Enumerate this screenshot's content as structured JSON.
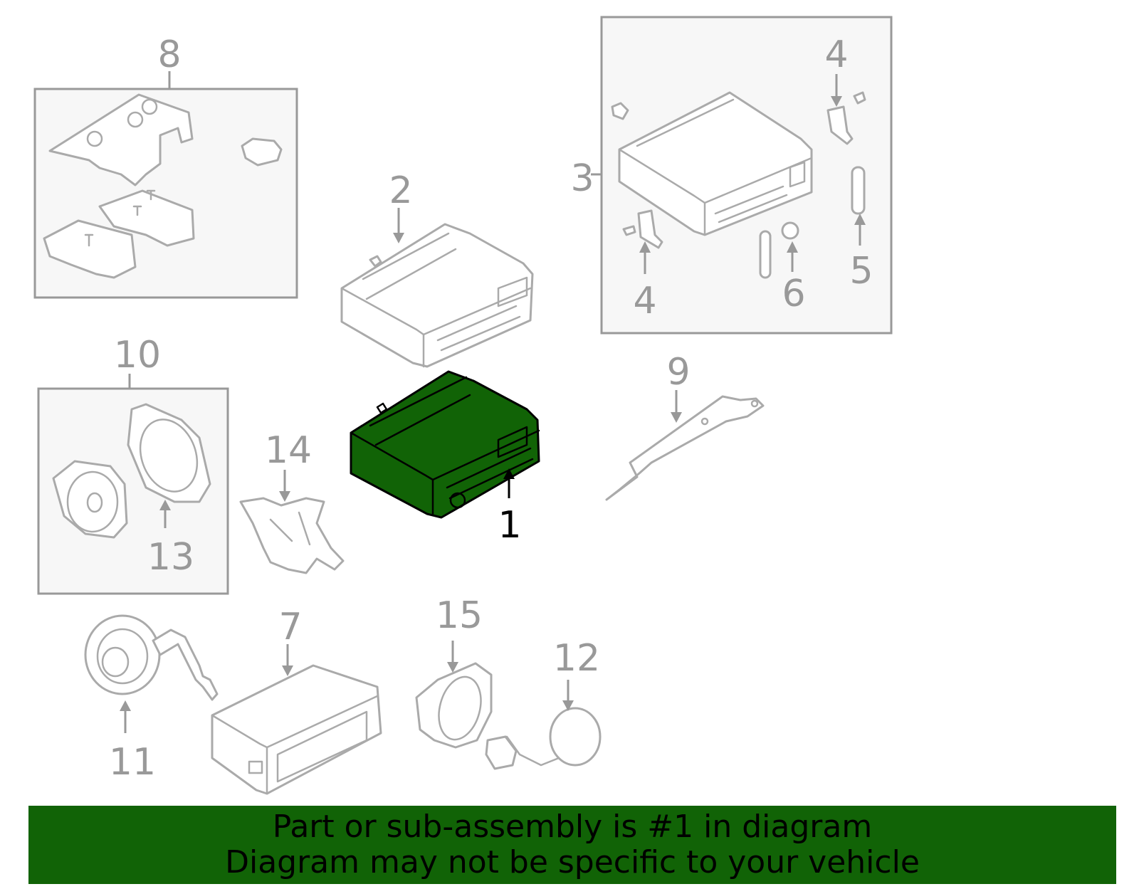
{
  "colors": {
    "highlight": "#116306",
    "banner_bg": "#116306",
    "outline": "#aaaaaa",
    "box_fill": "#f7f7f7"
  },
  "callouts": {
    "c1": "1",
    "c2": "2",
    "c3": "3",
    "c4a": "4",
    "c4b": "4",
    "c5": "5",
    "c6": "6",
    "c7": "7",
    "c8": "8",
    "c9": "9",
    "c10": "10",
    "c11": "11",
    "c12": "12",
    "c13": "13",
    "c14": "14",
    "c15": "15"
  },
  "banner": {
    "line1": "Part or sub-assembly is #1 in diagram",
    "line2": "Diagram may not be specific to your vehicle"
  }
}
